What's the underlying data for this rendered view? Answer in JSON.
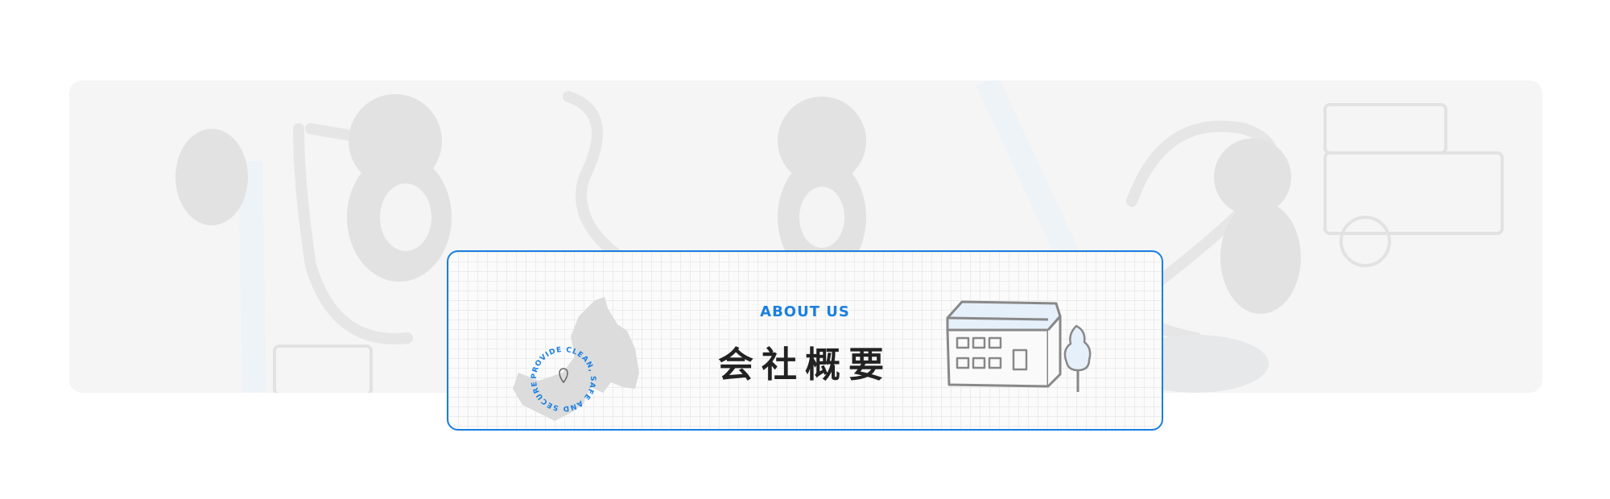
{
  "section": {
    "eyebrow": "ABOUT US",
    "title": "会社概要",
    "badge_text": "PROVIDE CLEAN, SAFE AND SECURE",
    "accent_color": "#1a7fe0"
  },
  "icons": {
    "map": "prefecture-map-icon",
    "building": "office-building-icon",
    "pin": "location-pin-icon"
  }
}
